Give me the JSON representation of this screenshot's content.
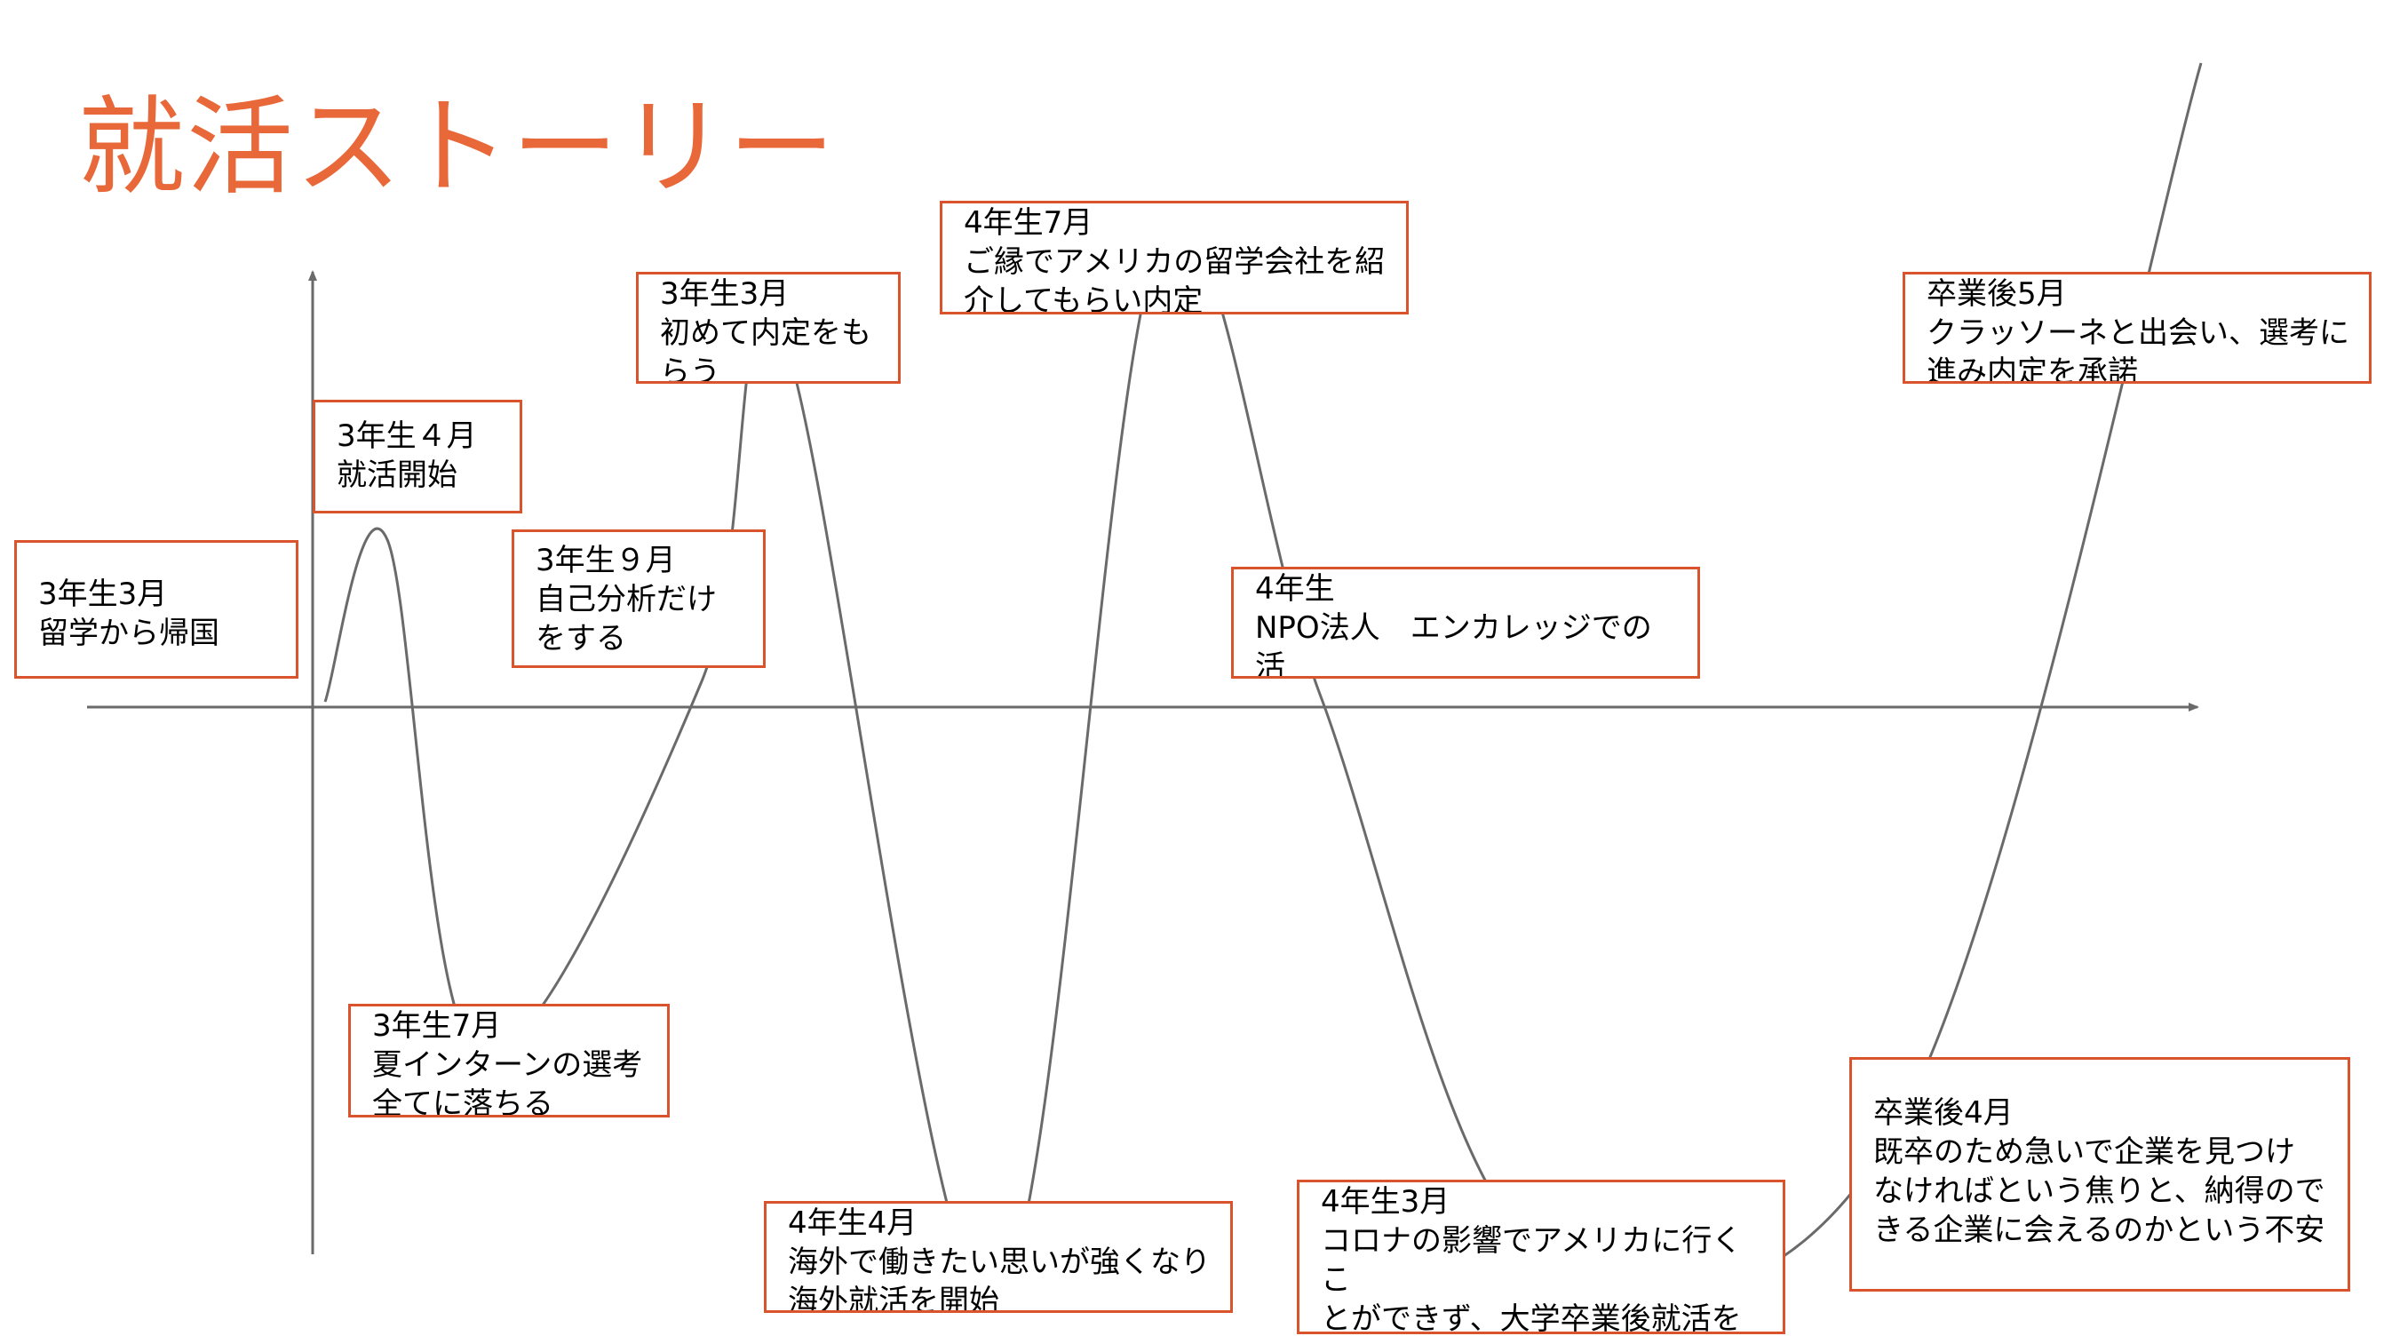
{
  "title": "就活ストーリー",
  "colors": {
    "title": "#e8683a",
    "box_border": "#d9532d",
    "curve": "#6a6a6a",
    "axis": "#6a6a6a",
    "text": "#000000"
  },
  "events": [
    {
      "id": "e1",
      "when": "3年生3月",
      "text": "留学から帰国",
      "level": 0.05
    },
    {
      "id": "e2",
      "when": "3年生４月",
      "text": "就活開始",
      "level": 0.26
    },
    {
      "id": "e3",
      "when": "3年生7月",
      "text": "夏インターンの選考\n全てに落ちる",
      "level": -0.54
    },
    {
      "id": "e4",
      "when": "3年生９月",
      "text": "自己分析だけ\nをする",
      "level": 0.04
    },
    {
      "id": "e5",
      "when": "3年生3月",
      "text": "初めて内定をも\nらう",
      "level": 0.58
    },
    {
      "id": "e6",
      "when": "4年生4月",
      "text": "海外で働きたい思いが強くなり\n海外就活を開始",
      "level": -0.93
    },
    {
      "id": "e7",
      "when": "4年生7月",
      "text": "ご縁でアメリカの留学会社を紹\n介してもらい内定",
      "level": 0.72
    },
    {
      "id": "e8",
      "when": "4年生",
      "text": "NPO法人　エンカレッジでの活\n動に力を入れる",
      "level": 0.02
    },
    {
      "id": "e9",
      "when": "4年生3月",
      "text": "コロナの影響でアメリカに行くこ\nとができず、大学卒業後就活を\n再開",
      "level": -0.85
    },
    {
      "id": "e10",
      "when": "卒業後4月",
      "text": "既卒のため急いで企業を見つけ\nなければという焦りと、納得ので\nきる企業に会えるのかという不安",
      "level": -0.64
    },
    {
      "id": "e11",
      "when": "卒業後5月",
      "text": "クラッソーネと出会い、選考に\n進み内定を承諾",
      "level": 1.0
    }
  ]
}
